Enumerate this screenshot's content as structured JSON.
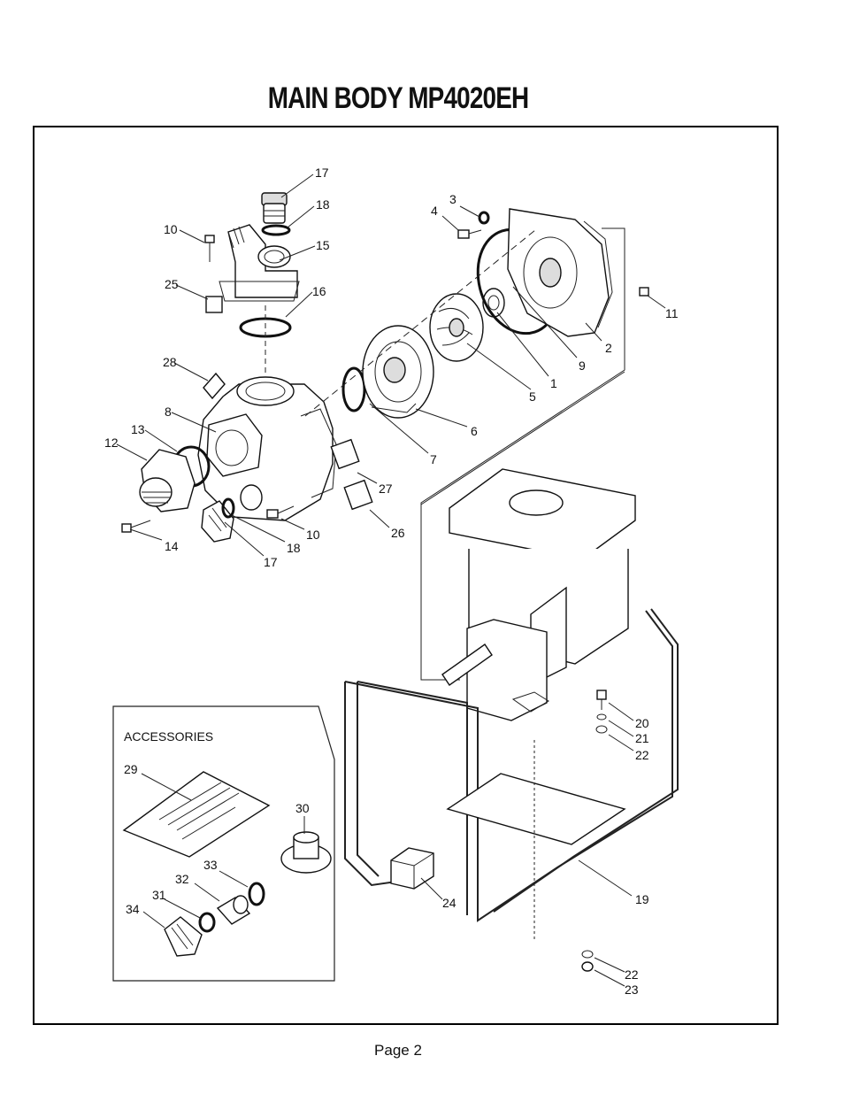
{
  "page": {
    "title": "MAIN BODY MP4020EH",
    "footer": "Page 2"
  },
  "accessories": {
    "heading": "ACCESSORIES"
  },
  "callouts": [
    "17",
    "18",
    "10",
    "15",
    "25",
    "16",
    "28",
    "8",
    "13",
    "12",
    "14",
    "17",
    "18",
    "10",
    "27",
    "26",
    "3",
    "4",
    "11",
    "2",
    "9",
    "1",
    "5",
    "6",
    "7",
    "20",
    "21",
    "22",
    "19",
    "24",
    "22",
    "23",
    "29",
    "30",
    "33",
    "32",
    "31",
    "34"
  ]
}
